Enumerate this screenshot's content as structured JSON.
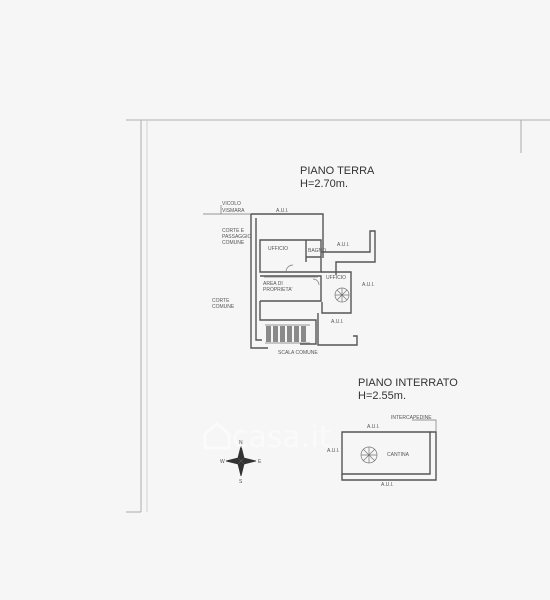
{
  "ground_floor": {
    "title": "PIANO TERRA",
    "height": "H=2.70m.",
    "labels": {
      "vicolo": "VICOLO",
      "vismara": "VISMARA",
      "aui_top": "A.U.I.",
      "corte_e": "CORTE E",
      "passaggio": "PASSAGGIO",
      "comune1": "COMUNE",
      "ufficio_main": "UFFICIO",
      "bagno": "BAGNO",
      "aui_right1": "A.U.I.",
      "ufficio_small": "UFFICIO",
      "area_di": "AREA DI",
      "proprieta": "PROPRIETA'",
      "aui_right2": "A.U.I.",
      "corte": "CORTE",
      "comune2": "COMUNE",
      "aui_bottom": "A.U.I.",
      "scala": "SCALA COMUNE"
    }
  },
  "basement": {
    "title": "PIANO INTERRATO",
    "height": "H=2.55m.",
    "labels": {
      "intercapedine": "INTERCAPEDINE",
      "aui_top": "A.U.I.",
      "aui_left": "A.U.I.",
      "cantina": "CANTINA",
      "aui_bottom": "A.U.I."
    }
  },
  "compass": {
    "n": "N",
    "s": "S",
    "e": "E",
    "w": "W"
  },
  "watermark": {
    "text": "casa.it"
  }
}
